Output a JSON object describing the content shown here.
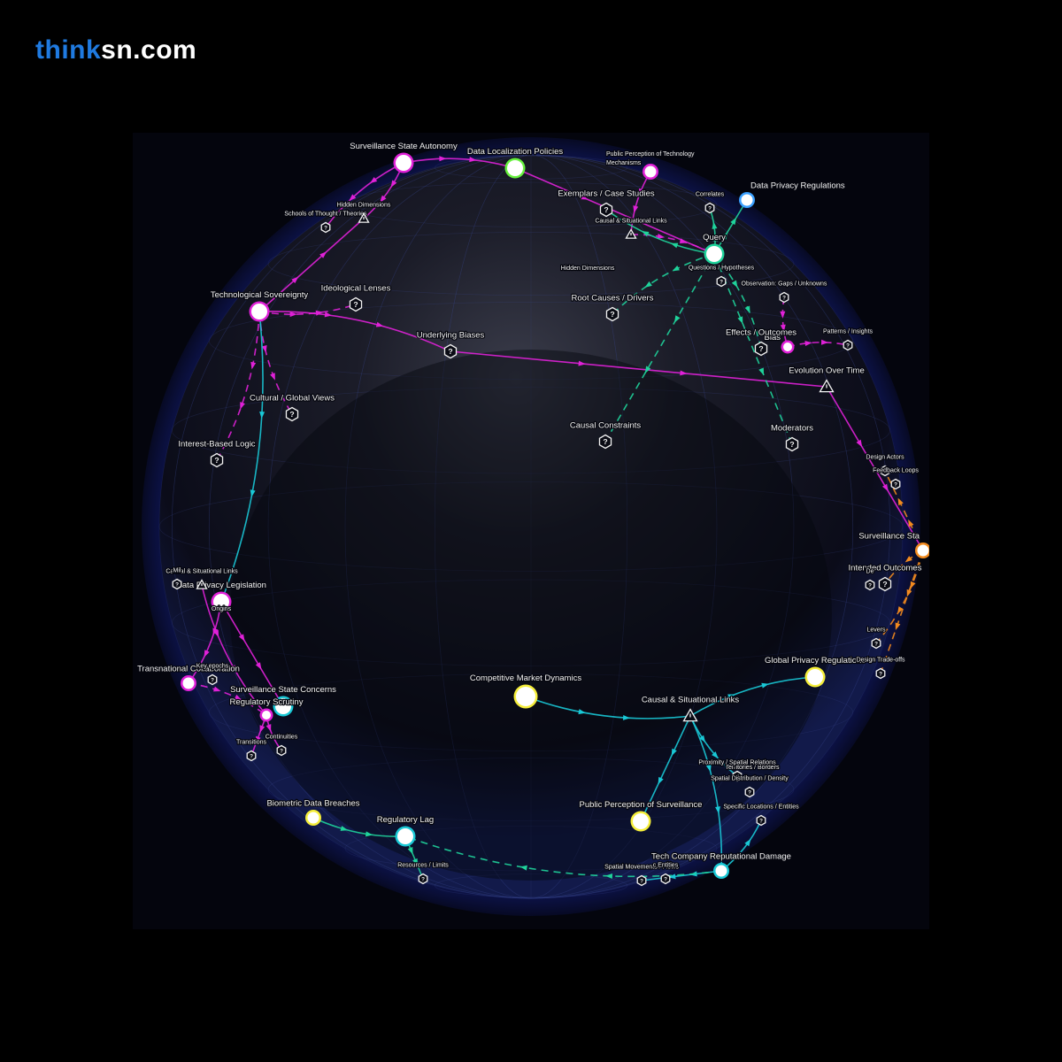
{
  "site": {
    "brand_a": "think",
    "brand_b": "sn.com"
  },
  "colors": {
    "magenta": "#e021d8",
    "teal": "#1fd39b",
    "cyan": "#19c8d6",
    "orange": "#f28a1e",
    "yellow": "#f5ee3a",
    "green": "#66f03d",
    "blue": "#3aa0ff",
    "white": "#ffffff"
  },
  "nodes": [
    {
      "id": "surv_autonomy",
      "label": "Surveillance State Autonomy",
      "kind": "circle",
      "color": "magenta",
      "size": "m"
    },
    {
      "id": "data_local",
      "label": "Data Localization Policies",
      "kind": "circle",
      "color": "green",
      "size": "m"
    },
    {
      "id": "public_perc_tech",
      "label": "Public Perception of Technology Mechanisms",
      "kind": "circle",
      "color": "magenta",
      "size": "s"
    },
    {
      "id": "data_priv_reg",
      "label": "Data Privacy Regulations",
      "kind": "circle",
      "color": "blue",
      "size": "s"
    },
    {
      "id": "query",
      "label": "Query",
      "kind": "circle",
      "color": "white",
      "ring": "teal",
      "size": "m"
    },
    {
      "id": "tech_sov",
      "label": "Technological Sovereignty",
      "kind": "circle",
      "color": "white",
      "ring": "magenta",
      "size": "m"
    },
    {
      "id": "competitive",
      "label": "Competitive Market Dynamics",
      "kind": "circle",
      "color": "white",
      "ring": "yellow",
      "size": "l"
    },
    {
      "id": "global_priv",
      "label": "Global Privacy Regulations",
      "kind": "circle",
      "color": "white",
      "ring": "yellow",
      "size": "m"
    },
    {
      "id": "public_perc_surv",
      "label": "Public Perception of Surveillance",
      "kind": "circle",
      "color": "white",
      "ring": "yellow",
      "size": "m"
    },
    {
      "id": "regulatory_lag",
      "label": "Regulatory Lag",
      "kind": "circle",
      "color": "white",
      "ring": "cyan",
      "size": "m"
    },
    {
      "id": "biometric",
      "label": "Biometric Data Breaches",
      "kind": "circle",
      "color": "white",
      "ring": "yellow",
      "size": "s"
    },
    {
      "id": "data_priv_leg",
      "label": "Data Privacy Legislation",
      "kind": "circle",
      "color": "white",
      "ring": "magenta",
      "size": "m"
    },
    {
      "id": "transnational",
      "label": "Transnational Collaboration",
      "kind": "circle",
      "color": "white",
      "ring": "magenta",
      "size": "s"
    },
    {
      "id": "surv_concerns",
      "label": "Surveillance State Concerns",
      "kind": "circle",
      "color": "white",
      "ring": "cyan",
      "size": "m"
    },
    {
      "id": "surv_sta",
      "label": "Surveillance Sta",
      "kind": "circle",
      "color": "white",
      "ring": "orange",
      "size": "s"
    },
    {
      "id": "tech_company",
      "label": "Tech Company Reputational Damage",
      "kind": "circle",
      "color": "white",
      "ring": "cyan",
      "size": "s"
    },
    {
      "id": "biases_node",
      "label": "Bias",
      "kind": "circle",
      "color": "white",
      "ring": "magenta",
      "size": "xs"
    },
    {
      "id": "regulatory_scrutiny",
      "label": "Regulatory Scrutiny",
      "kind": "circle",
      "color": "white",
      "ring": "magenta",
      "size": "xs"
    },
    {
      "id": "underlying_biases",
      "label": "Underlying Biases",
      "kind": "q"
    },
    {
      "id": "ideological",
      "label": "Ideological Lenses",
      "kind": "q"
    },
    {
      "id": "cultural",
      "label": "Cultural / Global Views",
      "kind": "q"
    },
    {
      "id": "interest",
      "label": "Interest-Based Logic",
      "kind": "q"
    },
    {
      "id": "schools",
      "label": "Schools of Thought / Theories",
      "kind": "q",
      "small": true
    },
    {
      "id": "hidden_dim",
      "label": "Hidden Dimensions",
      "kind": "warn",
      "small": true
    },
    {
      "id": "exemplars",
      "label": "Exemplars / Case Studies",
      "kind": "q"
    },
    {
      "id": "correlates",
      "label": "Correlates",
      "kind": "q",
      "small": true
    },
    {
      "id": "causal_sit_top",
      "label": "Causal & Situational Links",
      "kind": "warn",
      "small": true
    },
    {
      "id": "hidden_dim2",
      "label": "Hidden Dimensions",
      "kind": "text",
      "small": true
    },
    {
      "id": "questions",
      "label": "Questions / Hypotheses",
      "kind": "q",
      "small": true
    },
    {
      "id": "root_causes",
      "label": "Root Causes / Drivers",
      "kind": "q"
    },
    {
      "id": "observation",
      "label": "Observation: Gaps / Unknowns",
      "kind": "q",
      "small": true
    },
    {
      "id": "effects",
      "label": "Effects / Outcomes",
      "kind": "q"
    },
    {
      "id": "patterns",
      "label": "Patterns / Insights",
      "kind": "q",
      "small": true
    },
    {
      "id": "evolution",
      "label": "Evolution Over Time",
      "kind": "warn"
    },
    {
      "id": "causal_constraints",
      "label": "Causal Constraints",
      "kind": "q"
    },
    {
      "id": "moderators",
      "label": "Moderators",
      "kind": "q"
    },
    {
      "id": "design_actors",
      "label": "Design Actors",
      "kind": "q",
      "small": true
    },
    {
      "id": "feedback",
      "label": "Feedback Loops",
      "kind": "q",
      "small": true
    },
    {
      "id": "intended",
      "label": "Intended Outcomes",
      "kind": "q"
    },
    {
      "id": "de",
      "label": "De",
      "kind": "q",
      "small": true
    },
    {
      "id": "levers",
      "label": "Levers",
      "kind": "q",
      "small": true
    },
    {
      "id": "design_tradeoffs",
      "label": "Design Trade-offs",
      "kind": "q",
      "small": true
    },
    {
      "id": "causal_sit_mid",
      "label": "Causal & Situational Links",
      "kind": "warn"
    },
    {
      "id": "causal_sit_left",
      "label": "Causal & Situational Links",
      "kind": "warn",
      "small": true
    },
    {
      "id": "mil",
      "label": "Mil",
      "kind": "q",
      "small": true
    },
    {
      "id": "origins",
      "label": "Origins",
      "kind": "text",
      "small": true
    },
    {
      "id": "key_epochs",
      "label": "Key epochs",
      "kind": "q",
      "small": true
    },
    {
      "id": "transitions",
      "label": "Transitions",
      "kind": "q",
      "small": true
    },
    {
      "id": "continuities",
      "label": "Continuities",
      "kind": "q",
      "small": true
    },
    {
      "id": "territories",
      "label": "Territories / Borders",
      "kind": "text",
      "small": true
    },
    {
      "id": "proximity",
      "label": "Proximity / Spatial Relations",
      "kind": "q",
      "small": true
    },
    {
      "id": "spatial_dist",
      "label": "Spatial Distribution / Density",
      "kind": "q",
      "small": true
    },
    {
      "id": "specific_loc",
      "label": "Specific Locations / Entities",
      "kind": "q",
      "small": true
    },
    {
      "id": "spatial_move",
      "label": "Spatial Movements / Flows",
      "kind": "q",
      "small": true
    },
    {
      "id": "c_entities",
      "label": "c Entities",
      "kind": "q",
      "small": true
    },
    {
      "id": "resources",
      "label": "Resources / Limits",
      "kind": "q",
      "small": true
    }
  ],
  "edges": [
    {
      "from": "surv_autonomy",
      "to": "data_local",
      "color": "magenta"
    },
    {
      "from": "data_local",
      "to": "query",
      "color": "magenta"
    },
    {
      "from": "surv_autonomy",
      "to": "schools",
      "color": "magenta"
    },
    {
      "from": "surv_autonomy",
      "to": "hidden_dim",
      "color": "magenta"
    },
    {
      "from": "tech_sov",
      "to": "hidden_dim",
      "color": "magenta"
    },
    {
      "from": "tech_sov",
      "to": "ideological",
      "color": "magenta",
      "dash": true
    },
    {
      "from": "tech_sov",
      "to": "underlying_biases",
      "color": "magenta"
    },
    {
      "from": "underlying_biases",
      "to": "evolution",
      "color": "magenta"
    },
    {
      "from": "tech_sov",
      "to": "cultural",
      "color": "magenta",
      "dash": true
    },
    {
      "from": "tech_sov",
      "to": "interest",
      "color": "magenta",
      "dash": true
    },
    {
      "from": "evolution",
      "to": "surv_sta",
      "color": "magenta"
    },
    {
      "from": "public_perc_tech",
      "to": "causal_sit_top",
      "color": "magenta"
    },
    {
      "from": "causal_sit_top",
      "to": "query",
      "color": "magenta",
      "dash": true
    },
    {
      "from": "query",
      "to": "data_priv_reg",
      "color": "teal"
    },
    {
      "from": "query",
      "to": "correlates",
      "color": "teal"
    },
    {
      "from": "query",
      "to": "exemplars",
      "color": "teal"
    },
    {
      "from": "query",
      "to": "causal_constraints",
      "color": "teal",
      "dash": true
    },
    {
      "from": "query",
      "to": "root_causes",
      "color": "teal",
      "dash": true
    },
    {
      "from": "query",
      "to": "effects",
      "color": "teal",
      "dash": true
    },
    {
      "from": "query",
      "to": "moderators",
      "color": "teal",
      "dash": true
    },
    {
      "from": "observation",
      "to": "biases_node",
      "color": "magenta",
      "dash": true
    },
    {
      "from": "biases_node",
      "to": "patterns",
      "color": "magenta",
      "dash": true
    },
    {
      "from": "surv_sta",
      "to": "design_actors",
      "color": "orange",
      "dash": true
    },
    {
      "from": "surv_sta",
      "to": "intended",
      "color": "orange",
      "dash": true
    },
    {
      "from": "surv_sta",
      "to": "levers",
      "color": "orange",
      "dash": true
    },
    {
      "from": "surv_sta",
      "to": "design_tradeoffs",
      "color": "orange",
      "dash": true
    },
    {
      "from": "competitive",
      "to": "causal_sit_mid",
      "color": "cyan"
    },
    {
      "from": "causal_sit_mid",
      "to": "global_priv",
      "color": "cyan"
    },
    {
      "from": "causal_sit_mid",
      "to": "public_perc_surv",
      "color": "cyan"
    },
    {
      "from": "causal_sit_mid",
      "to": "proximity",
      "color": "cyan"
    },
    {
      "from": "causal_sit_mid",
      "to": "tech_company",
      "color": "cyan"
    },
    {
      "from": "tech_company",
      "to": "spatial_move",
      "color": "cyan"
    },
    {
      "from": "tech_company",
      "to": "specific_loc",
      "color": "cyan"
    },
    {
      "from": "tech_company",
      "to": "regulatory_lag",
      "color": "teal",
      "dash": true
    },
    {
      "from": "regulatory_lag",
      "to": "resources",
      "color": "teal"
    },
    {
      "from": "biometric",
      "to": "regulatory_lag",
      "color": "teal"
    },
    {
      "from": "data_priv_leg",
      "to": "transnational",
      "color": "magenta"
    },
    {
      "from": "data_priv_leg",
      "to": "surv_concerns",
      "color": "magenta"
    },
    {
      "from": "causal_sit_left",
      "to": "regulatory_scrutiny",
      "color": "magenta"
    },
    {
      "from": "transnational",
      "to": "regulatory_scrutiny",
      "color": "magenta",
      "dash": true
    },
    {
      "from": "regulatory_scrutiny",
      "to": "transitions",
      "color": "magenta"
    },
    {
      "from": "regulatory_scrutiny",
      "to": "continuities",
      "color": "magenta"
    },
    {
      "from": "tech_sov",
      "to": "data_priv_leg",
      "color": "cyan"
    }
  ]
}
